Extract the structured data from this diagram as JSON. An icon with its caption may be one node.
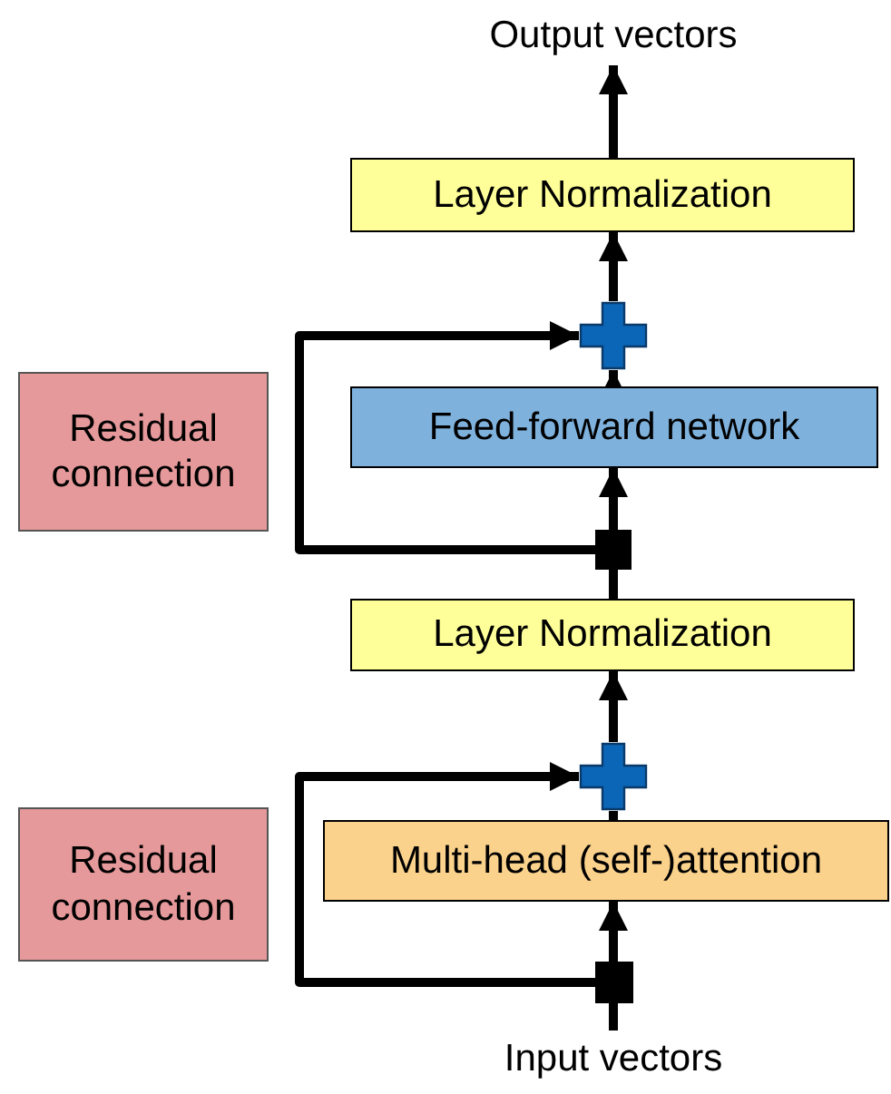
{
  "diagram": {
    "nodes": [
      {
        "text": [
          "Output vectors"
        ]
      },
      {
        "text": [
          "Layer Normalization"
        ]
      },
      {
        "text": [],
        "shape": "cross"
      },
      {
        "text": [
          "Residual connection"
        ]
      },
      {
        "text": [
          "Feed-forward network"
        ]
      },
      {
        "text": [],
        "shape": "box"
      },
      {
        "text": [
          "Layer Normalization"
        ]
      },
      {
        "text": [],
        "shape": "cross"
      },
      {
        "text": [
          "Residual connection"
        ]
      },
      {
        "text": [
          "Multi-head (self-)attention"
        ]
      },
      {
        "text": [],
        "shape": "box"
      },
      {
        "text": [
          "Input vectors"
        ]
      }
    ],
    "edges": [
      {
        "from": 11,
        "to": 10,
        "arrow": "none"
      },
      {
        "from": 10,
        "to": 9,
        "arrow": "to"
      },
      {
        "from": 9,
        "to": 7,
        "arrow": "to"
      },
      {
        "from": 7,
        "to": 6,
        "arrow": "to"
      },
      {
        "from": 6,
        "to": 5,
        "arrow": "none"
      },
      {
        "from": 5,
        "to": 4,
        "arrow": "to"
      },
      {
        "from": 4,
        "to": 2,
        "arrow": "to"
      },
      {
        "from": 2,
        "to": 1,
        "arrow": "to"
      },
      {
        "from": 1,
        "to": 0,
        "arrow": "to"
      },
      {
        "from": 10,
        "to": 7,
        "arrow": "to"
      },
      {
        "from": 5,
        "to": 2,
        "arrow": "to"
      }
    ]
  }
}
